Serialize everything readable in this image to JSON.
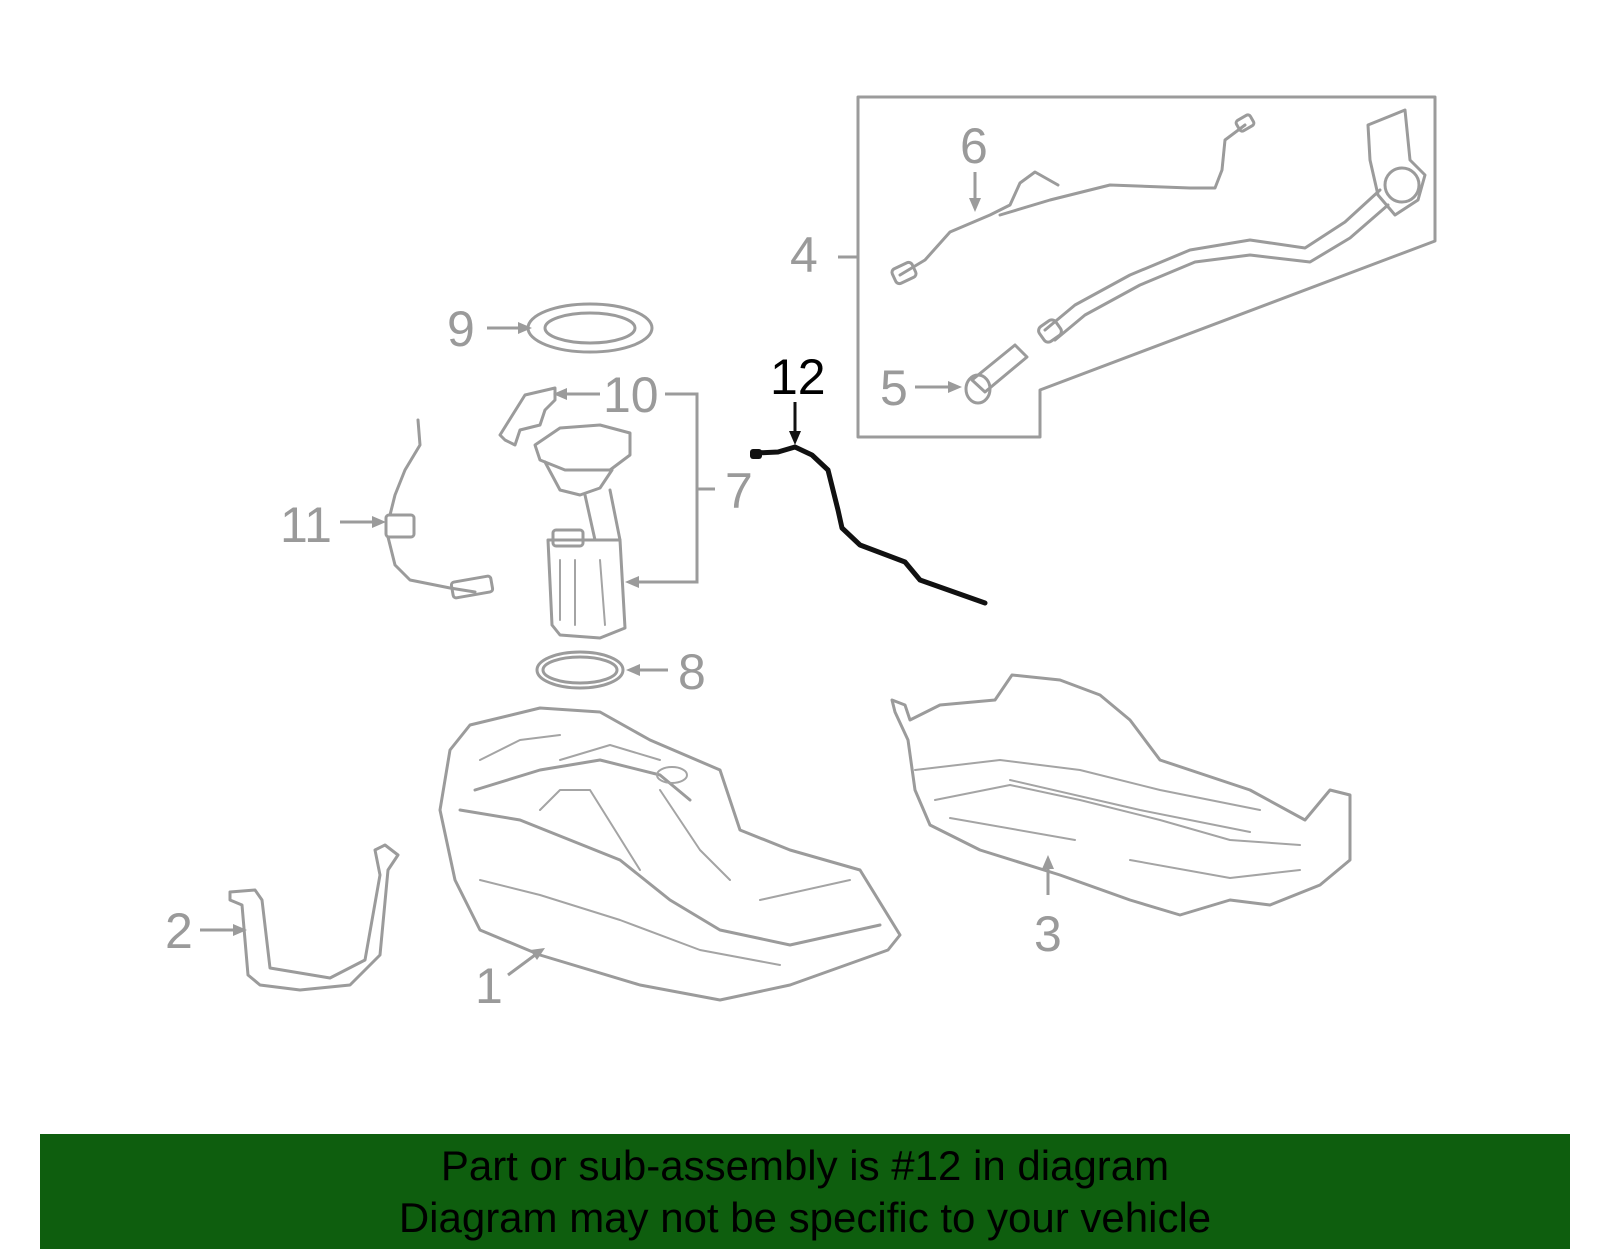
{
  "callouts": {
    "c1": "1",
    "c2": "2",
    "c3": "3",
    "c4": "4",
    "c5": "5",
    "c6": "6",
    "c7": "7",
    "c8": "8",
    "c9": "9",
    "c10": "10",
    "c11": "11",
    "c12": "12"
  },
  "highlighted_part": "12",
  "colors": {
    "part_line": "#9b9b9b",
    "highlight_line": "#111111",
    "footer_bg": "#0e5e0e"
  },
  "footer": {
    "line1": "Part or sub-assembly is #12 in diagram",
    "line2": "Diagram may not be specific to your vehicle"
  }
}
